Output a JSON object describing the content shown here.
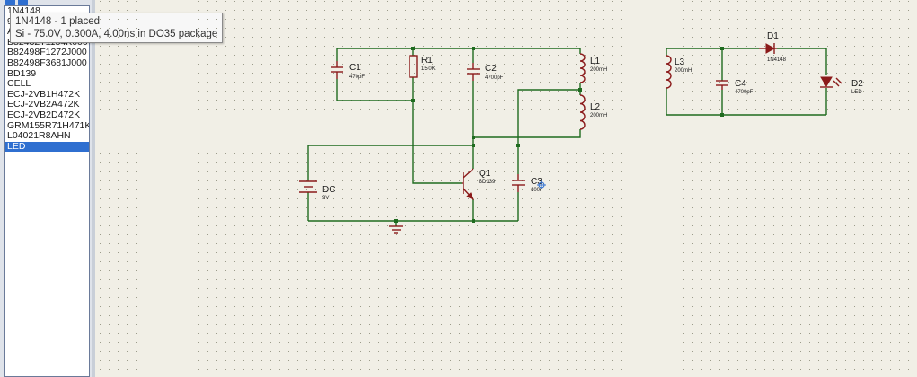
{
  "device_list": {
    "items": [
      "1N4148",
      "9C",
      "A",
      "B82432T1154K000",
      "B82498F1272J000",
      "B82498F3681J000",
      "BD139",
      "CELL",
      "ECJ-2VB1H472K",
      "ECJ-2VB2A472K",
      "ECJ-2VB2D472K",
      "GRM155R71H471K",
      "L04021R8AHN",
      "LED"
    ],
    "selected": "LED"
  },
  "tooltip": {
    "title": "1N4148 - 1 placed",
    "description": "Si - 75.0V, 0.300A, 4.00ns in DO35 package"
  },
  "components": {
    "c1": {
      "ref": "C1",
      "value": "470pF"
    },
    "r1": {
      "ref": "R1",
      "value": "15.0K"
    },
    "c2": {
      "ref": "C2",
      "value": "4700pF"
    },
    "l1": {
      "ref": "L1",
      "value": "200mH"
    },
    "l2": {
      "ref": "L2",
      "value": "200mH"
    },
    "dc": {
      "ref": "DC",
      "value": "9V"
    },
    "q1": {
      "ref": "Q1",
      "value": "BD139"
    },
    "c3": {
      "ref": "C3",
      "value": "100n"
    },
    "l3": {
      "ref": "L3",
      "value": "200mH"
    },
    "c4": {
      "ref": "C4",
      "value": "4700pF"
    },
    "d1": {
      "ref": "D1",
      "value": "1N4148"
    },
    "d2": {
      "ref": "D2",
      "value": "LED"
    }
  },
  "colors": {
    "background": "#f1efe6",
    "grid_dot": "#9b9b8a",
    "wire": "#1f6b1f",
    "component": "#8b1a1a",
    "selection": "#2f6fd0"
  },
  "icons": [
    "device-list-toolbar-icon",
    "ground-icon",
    "cursor-crosshair-icon"
  ]
}
